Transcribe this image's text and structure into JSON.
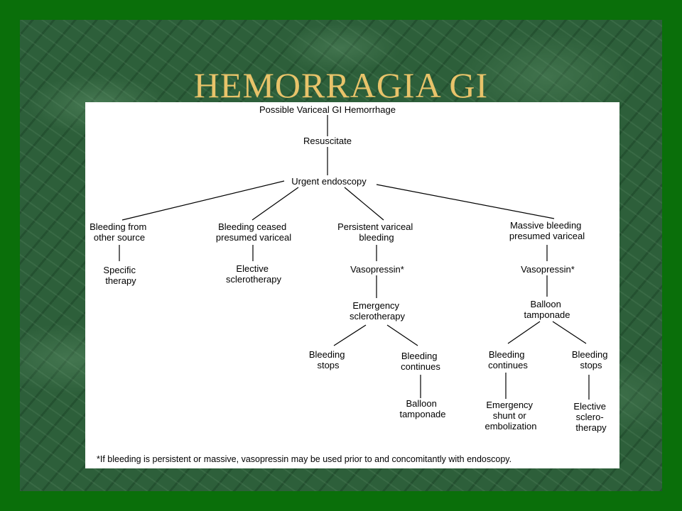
{
  "slide": {
    "title": "HEMORRAGIA GI"
  },
  "flowchart": {
    "root": "Possible Variceal GI Hemorrhage",
    "step1": "Resuscitate",
    "step2": "Urgent endoscopy",
    "branches": {
      "other_source": [
        "Bleeding from",
        "other source"
      ],
      "other_source_tx": [
        "Specific",
        "therapy"
      ],
      "ceased": [
        "Bleeding ceased",
        "presumed variceal"
      ],
      "ceased_tx": [
        "Elective",
        "sclerotherapy"
      ],
      "persistent": [
        "Persistent variceal",
        "bleeding"
      ],
      "persistent_tx1": [
        "Vasopressin*"
      ],
      "persistent_tx2": [
        "Emergency",
        "sclerotherapy"
      ],
      "persistent_stops": [
        "Bleeding",
        "stops"
      ],
      "persistent_continues": [
        "Bleeding",
        "continues"
      ],
      "persistent_balloon": [
        "Balloon",
        "tamponade"
      ],
      "massive": [
        "Massive bleeding",
        "presumed variceal"
      ],
      "massive_tx1": [
        "Vasopressin*"
      ],
      "massive_tx2": [
        "Balloon",
        "tamponade"
      ],
      "massive_continues": [
        "Bleeding",
        "continues"
      ],
      "massive_stops": [
        "Bleeding",
        "stops"
      ],
      "massive_shunt": [
        "Emergency",
        "shunt or",
        "embolization"
      ],
      "massive_elective": [
        "Elective",
        "sclero-",
        "therapy"
      ]
    },
    "footnote": "*If bleeding is persistent or massive, vasopressin may be used prior to and concomitantly with endoscopy."
  }
}
